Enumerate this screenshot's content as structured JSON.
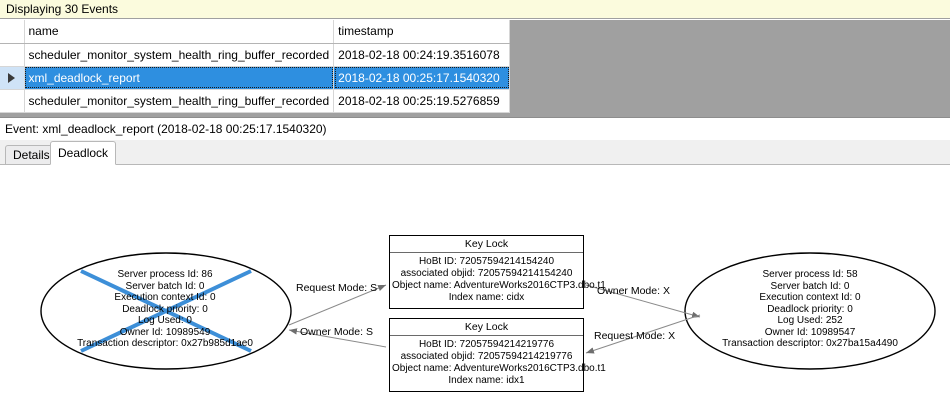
{
  "banner": {
    "text": "Displaying 30 Events"
  },
  "grid": {
    "columns": [
      {
        "key": "selector",
        "label": ""
      },
      {
        "key": "name",
        "label": "name"
      },
      {
        "key": "timestamp",
        "label": "timestamp"
      }
    ],
    "rows": [
      {
        "selected": false,
        "name": "scheduler_monitor_system_health_ring_buffer_recorded",
        "timestamp": "2018-02-18 00:24:19.3516078"
      },
      {
        "selected": true,
        "name": "xml_deadlock_report",
        "timestamp": "2018-02-18 00:25:17.1540320"
      },
      {
        "selected": false,
        "name": "scheduler_monitor_system_health_ring_buffer_recorded",
        "timestamp": "2018-02-18 00:25:19.5276859"
      }
    ],
    "selection_color": "#2e8fe0",
    "empty_area_color": "#a0a0a0"
  },
  "event_label": {
    "text": "Event: xml_deadlock_report (2018-02-18 00:25:17.1540320)"
  },
  "tabs": [
    {
      "id": "details",
      "label": "Details",
      "active": false
    },
    {
      "id": "deadlock",
      "label": "Deadlock",
      "active": true
    }
  ],
  "deadlock": {
    "victim_mark_color": "#3d8fd8",
    "process_left": {
      "is_victim": true,
      "lines": [
        "Server process Id: 86",
        "Server batch Id: 0",
        "Execution context Id: 0",
        "Deadlock priority: 0",
        "Log Used: 0",
        "Owner Id: 10989549",
        "Transaction descriptor: 0x27b985d1ae0"
      ]
    },
    "process_right": {
      "is_victim": false,
      "lines": [
        "Server process Id: 58",
        "Server batch Id: 0",
        "Execution context Id: 0",
        "Deadlock priority: 0",
        "Log Used: 252",
        "Owner Id: 10989547",
        "Transaction descriptor: 0x27ba15a4490"
      ]
    },
    "resource_top": {
      "title": "Key Lock",
      "lines": [
        "HoBt ID: 72057594214154240",
        "associated objid: 72057594214154240",
        "Object name: AdventureWorks2016CTP3.dbo.t1",
        "Index name: cidx"
      ]
    },
    "resource_bottom": {
      "title": "Key Lock",
      "lines": [
        "HoBt ID: 72057594214219776",
        "associated objid: 72057594214219776",
        "Object name: AdventureWorks2016CTP3.dbo.t1",
        "Index name: idx1"
      ]
    },
    "edges": [
      {
        "id": "req-s",
        "label": "Request Mode: S",
        "direction": "right"
      },
      {
        "id": "own-s",
        "label": "Owner Mode: S",
        "direction": "left"
      },
      {
        "id": "own-x",
        "label": "Owner Mode: X",
        "direction": "right"
      },
      {
        "id": "req-x",
        "label": "Request Mode: X",
        "direction": "left"
      }
    ]
  }
}
